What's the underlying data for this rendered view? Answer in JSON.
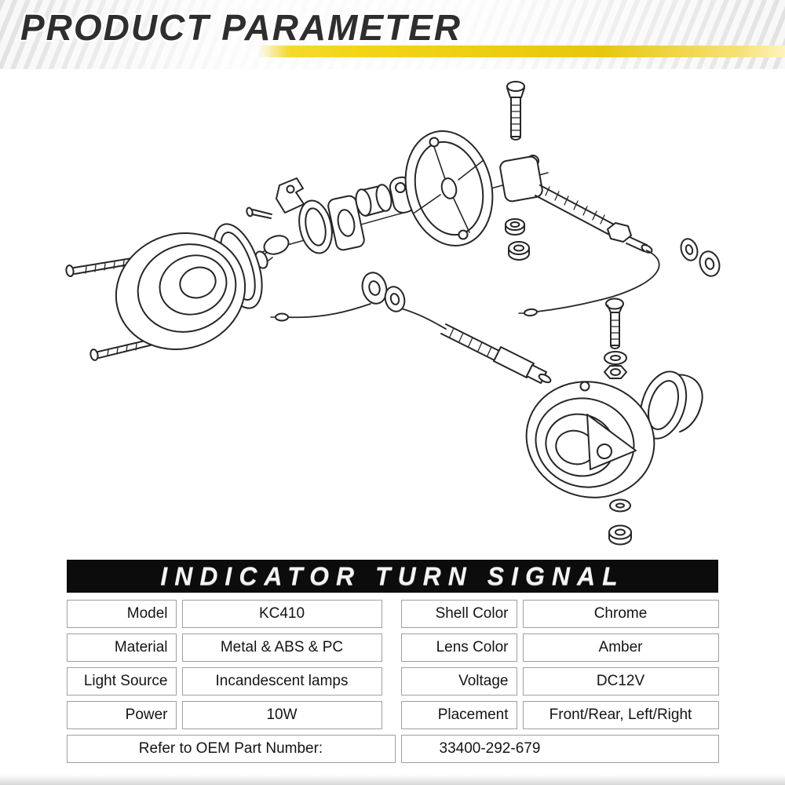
{
  "header": {
    "title": "PRODUCT PARAMETER"
  },
  "section_banner": {
    "title": "INDICATOR TURN SIGNAL"
  },
  "spec_table": {
    "rows": [
      {
        "label1": "Model",
        "value1": "KC410",
        "label2": "Shell Color",
        "value2": "Chrome"
      },
      {
        "label1": "Material",
        "value1": "Metal & ABS & PC",
        "label2": "Lens Color",
        "value2": "Amber"
      },
      {
        "label1": "Light Source",
        "value1": "Incandescent lamps",
        "label2": "Voltage",
        "value2": "DC12V"
      },
      {
        "label1": "Power",
        "value1": "10W",
        "label2": "Placement",
        "value2": "Front/Rear, Left/Right"
      }
    ],
    "oem": {
      "label": "Refer to OEM Part Number:",
      "value": "33400-292-679"
    }
  },
  "colors": {
    "accent_yellow": "#f3d516",
    "banner_black": "#0c0c0c",
    "table_border_gray": "#9f9f9f",
    "title_charcoal": "#2e2e2e"
  }
}
